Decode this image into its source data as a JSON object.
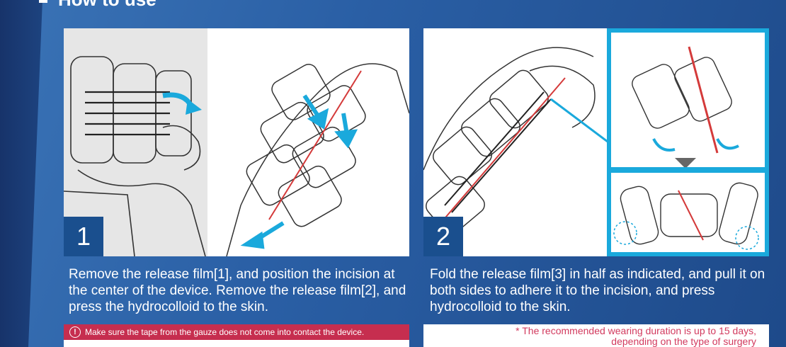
{
  "header": {
    "title": "How to use"
  },
  "steps": [
    {
      "number": "1",
      "description": "Remove the release film[1], and position the incision at the center of the device. Remove the release film[2], and press the hydrocolloid to the skin."
    },
    {
      "number": "2",
      "description": "Fold the release film[3] in half as indicated, and pull it on both sides to adhere it to the incision, and press hydrocolloid to the skin."
    }
  ],
  "warning": {
    "icon": "!",
    "text": "Make sure the tape from the  gauze does not come into contact the device."
  },
  "note": {
    "line1": "* The recommended wearing duration is up to 15 days,",
    "line2": "depending on the type of surgery"
  },
  "colors": {
    "accent": "#1aa9dc",
    "navy": "#1a4f8e",
    "warning": "#c62e4f",
    "note": "#d23a5e"
  }
}
